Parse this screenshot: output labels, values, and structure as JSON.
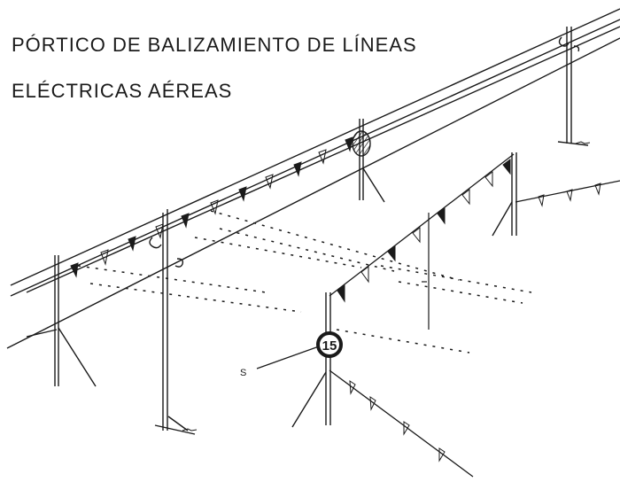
{
  "title": {
    "line1": "PÓRTICO DE BALIZAMIENTO DE LÍNEAS",
    "line2": "ELÉCTRICAS AÉREAS"
  },
  "labels": {
    "sign_text": "15",
    "callout_letter": "S"
  },
  "icons": {
    "speed_sign": "circular-speed-limit-sign-icon",
    "marker_ball": "hatched-marker-ball-icon",
    "pennant": "triangular-pennant-icon"
  },
  "colors": {
    "ink": "#1a1a1a",
    "background": "#ffffff"
  }
}
